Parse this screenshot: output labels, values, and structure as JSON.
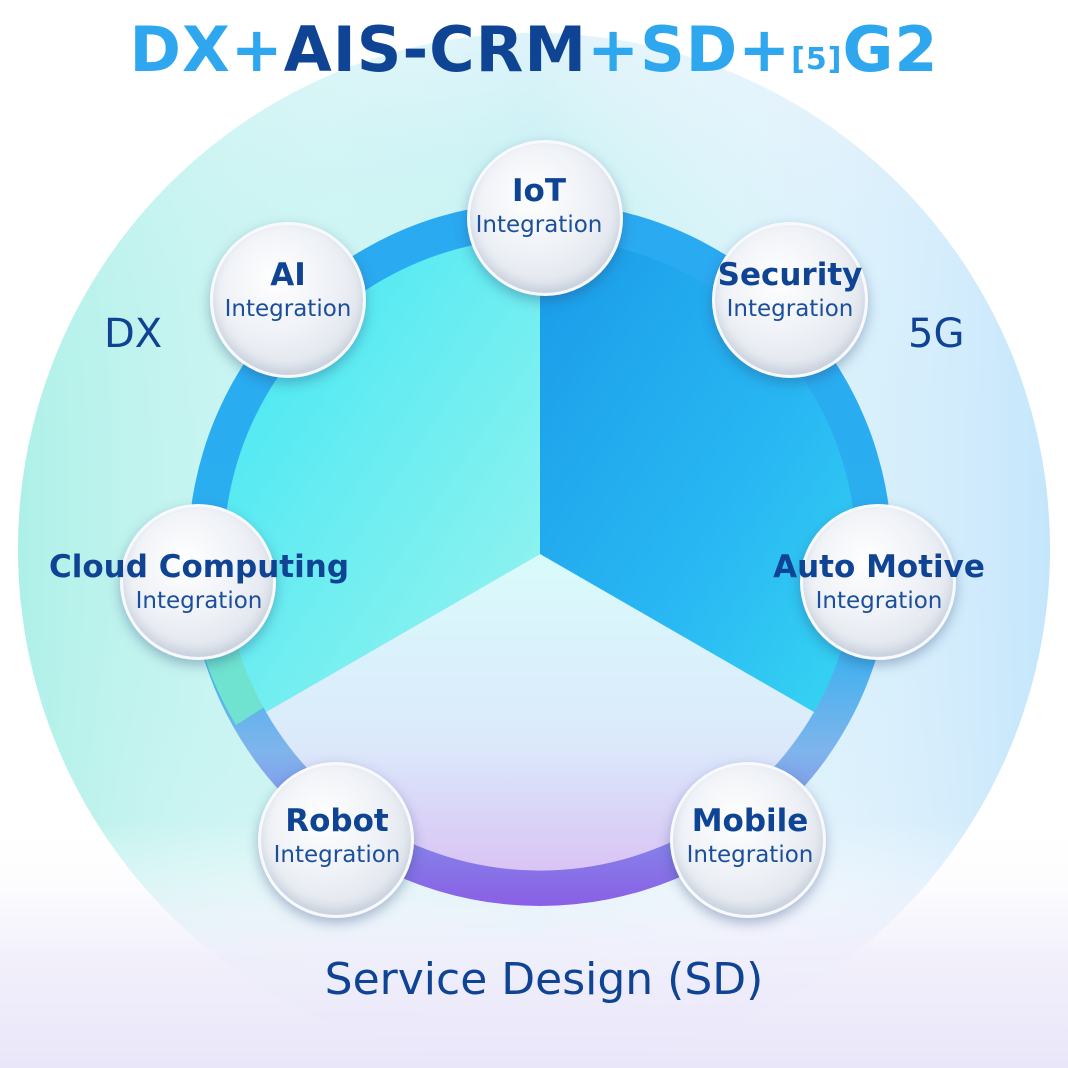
{
  "title": {
    "part1": "DX+",
    "part2": "AIS-CRM",
    "part3": "+SD+",
    "part4": "[5]",
    "part5": "G2"
  },
  "labels": {
    "left": "DX",
    "right": "5G",
    "bottom": "Service Design (SD)"
  },
  "nodes": [
    {
      "name": "IoT",
      "sub": "Integration"
    },
    {
      "name": "Security",
      "sub": "Integration"
    },
    {
      "name": "Auto Motive",
      "sub": "Integration"
    },
    {
      "name": "Mobile",
      "sub": "Integration"
    },
    {
      "name": "Robot",
      "sub": "Integration"
    },
    {
      "name": "Cloud Computing",
      "sub": "Integration"
    },
    {
      "name": "AI",
      "sub": "Integration"
    }
  ],
  "colors": {
    "title_light": "#2ea7ee",
    "title_dark": "#0f4394",
    "text_dark": "#0f4394",
    "ring_blue": "#24a6f0",
    "ring_purple": "#8b63e6",
    "ring_teal": "#6ee3cf"
  }
}
